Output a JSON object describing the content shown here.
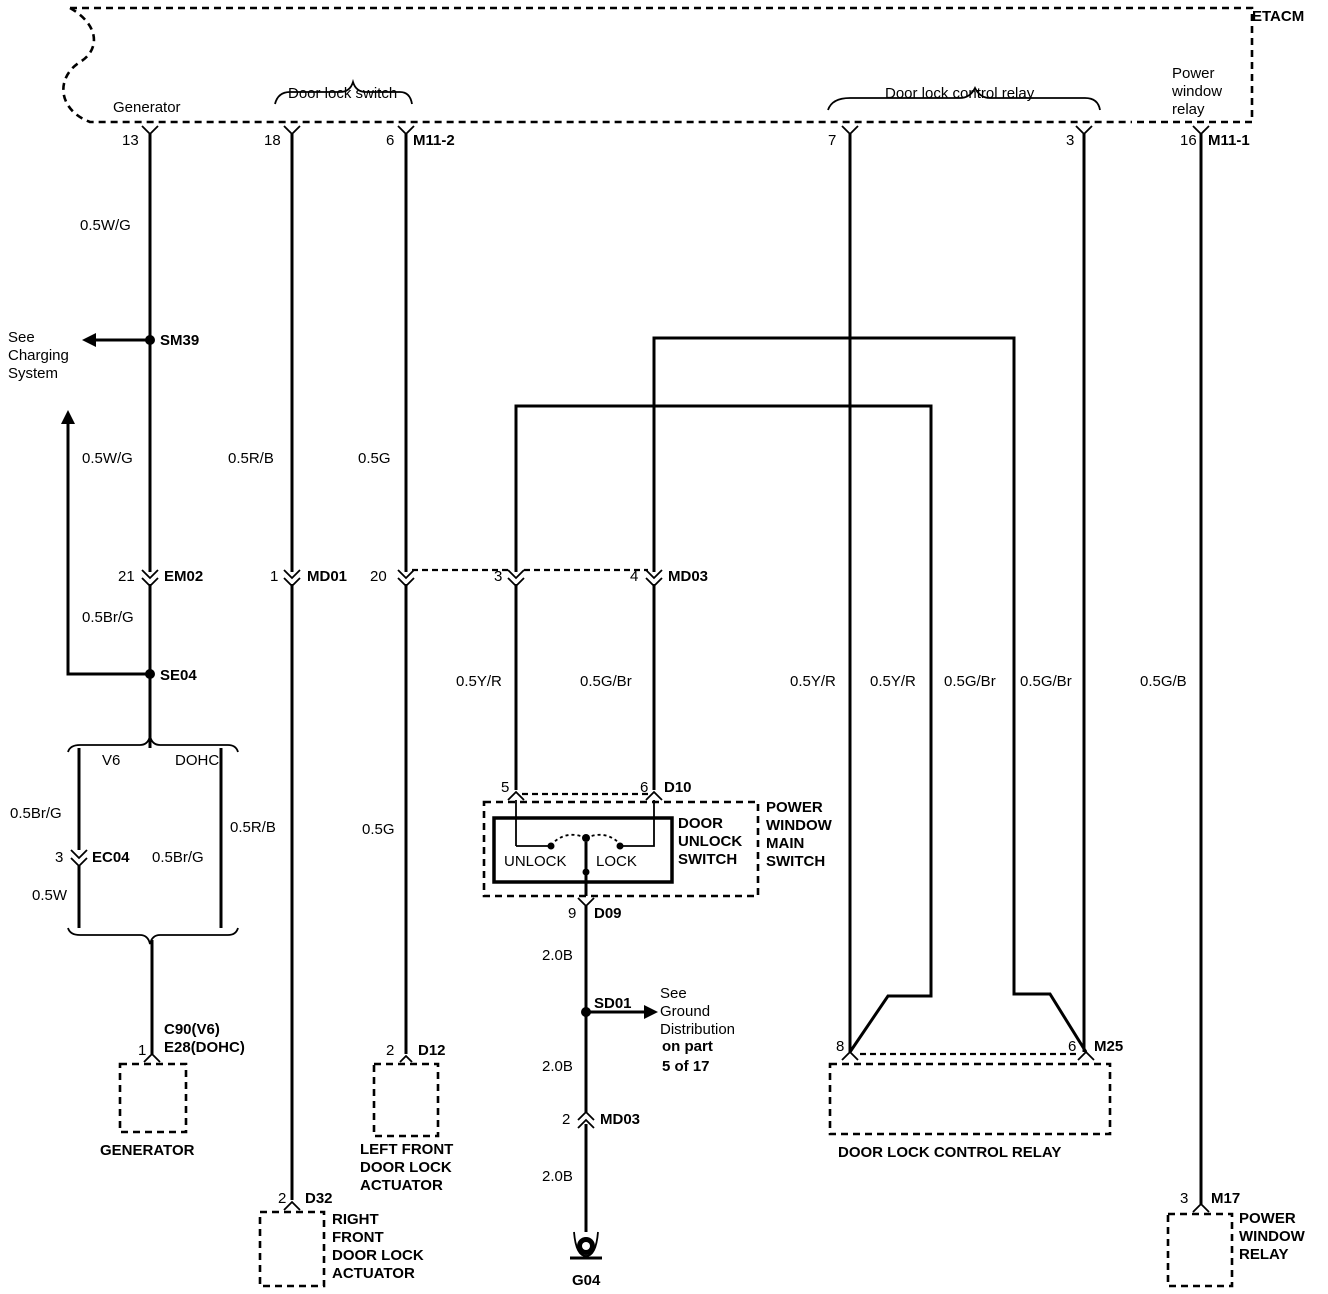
{
  "module": "ETACM",
  "etacm_groups": {
    "generator": "Generator",
    "door_lock_switch": "Door lock switch",
    "door_lock_control_relay": "Door lock control relay",
    "power_window_relay": [
      "Power",
      "window",
      "relay"
    ]
  },
  "etacm_pins": {
    "p13": "13",
    "p18": "18",
    "p6": "6",
    "m11_2": "M11-2",
    "p7": "7",
    "p3": "3",
    "p16": "16",
    "m11_1": "M11-1"
  },
  "wires": {
    "w_0_5wg_a": "0.5W/G",
    "w_0_5wg_b": "0.5W/G",
    "w_0_5brg_a": "0.5Br/G",
    "w_0_5rb_a": "0.5R/B",
    "w_0_5g_a": "0.5G",
    "w_0_5yr_a": "0.5Y/R",
    "w_0_5gbr_a": "0.5G/Br",
    "w_0_5yr_b": "0.5Y/R",
    "w_0_5yr_c": "0.5Y/R",
    "w_0_5gbr_b": "0.5G/Br",
    "w_0_5gbr_c": "0.5G/Br",
    "w_0_5gb": "0.5G/B",
    "w_0_5brg_b": "0.5Br/G",
    "w_0_5w": "0.5W",
    "w_0_5brg_c": "0.5Br/G",
    "w_0_5rb_b": "0.5R/B",
    "w_0_5g_b": "0.5G",
    "w_2_0b_a": "2.0B",
    "w_2_0b_b": "2.0B",
    "w_2_0b_c": "2.0B"
  },
  "splices": {
    "sm39": "SM39",
    "se04": "SE04",
    "sd01": "SD01"
  },
  "see_charging": [
    "See",
    "Charging",
    "System"
  ],
  "connectors": {
    "em02_pin": "21",
    "em02": "EM02",
    "md01_pin": "1",
    "md01": "MD01",
    "md03_pin20": "20",
    "md03_pin3": "3",
    "md03_pin4": "4",
    "md03": "MD03",
    "ec04_pin": "3",
    "ec04": "EC04",
    "d10_pin5": "5",
    "d10_pin6": "6",
    "d10": "D10",
    "d09_pin": "9",
    "d09": "D09",
    "gen_pin": "1",
    "c90": "C90(V6)",
    "e28": "E28(DOHC)",
    "d12_pin": "2",
    "d12": "D12",
    "md03b_pin": "2",
    "md03b": "MD03",
    "d32_pin": "2",
    "d32": "D32",
    "m25_pin8": "8",
    "m25_pin6": "6",
    "m25": "M25",
    "m17_pin": "3",
    "m17": "M17",
    "g04": "G04"
  },
  "variants": {
    "v6": "V6",
    "dohc": "DOHC"
  },
  "switch": {
    "door_unlock": [
      "DOOR",
      "UNLOCK",
      "SWITCH"
    ],
    "power_window_main": [
      "POWER",
      "WINDOW",
      "MAIN",
      "SWITCH"
    ],
    "unlock": "UNLOCK",
    "lock": "LOCK"
  },
  "see_ground": [
    "See",
    "Ground",
    "Distribution"
  ],
  "part_ref": [
    "on part",
    "5 of 17"
  ],
  "components": {
    "generator": "GENERATOR",
    "left_front": [
      "LEFT FRONT",
      "DOOR LOCK",
      "ACTUATOR"
    ],
    "right_front": [
      "RIGHT",
      "FRONT",
      "DOOR LOCK",
      "ACTUATOR"
    ],
    "door_lock_control_relay": "DOOR LOCK CONTROL RELAY",
    "power_window_relay": [
      "POWER",
      "WINDOW",
      "RELAY"
    ]
  }
}
